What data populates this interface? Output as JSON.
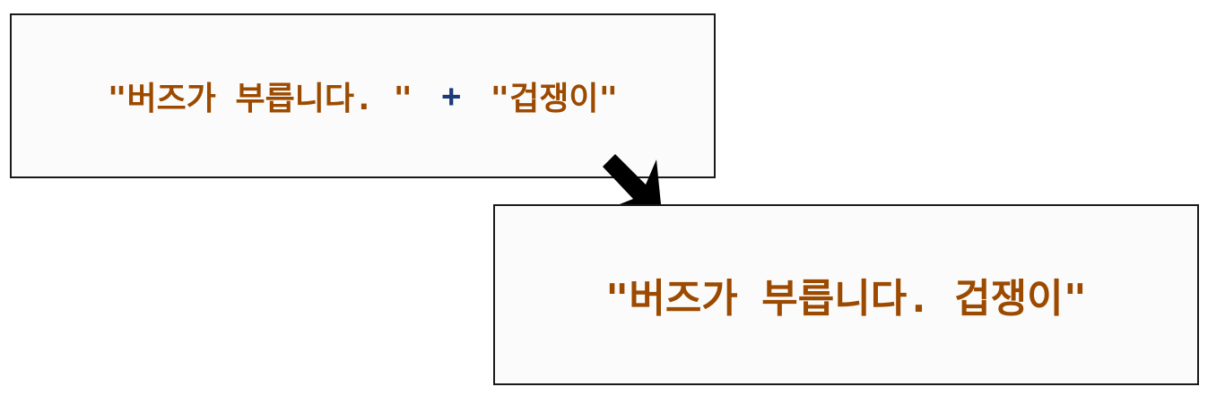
{
  "top_box": {
    "string_left": "\"버즈가 부릅니다. \"",
    "operator": "+",
    "string_right": "\"겁쟁이\""
  },
  "bottom_box": {
    "result": "\"버즈가 부릅니다. 겁쟁이\""
  },
  "colors": {
    "string": "#9c4a00",
    "operator": "#1b3a7a",
    "border": "#1a1a1a",
    "box_bg": "#fbfbfb"
  },
  "arrow": {
    "icon": "arrow-down-right-icon"
  }
}
